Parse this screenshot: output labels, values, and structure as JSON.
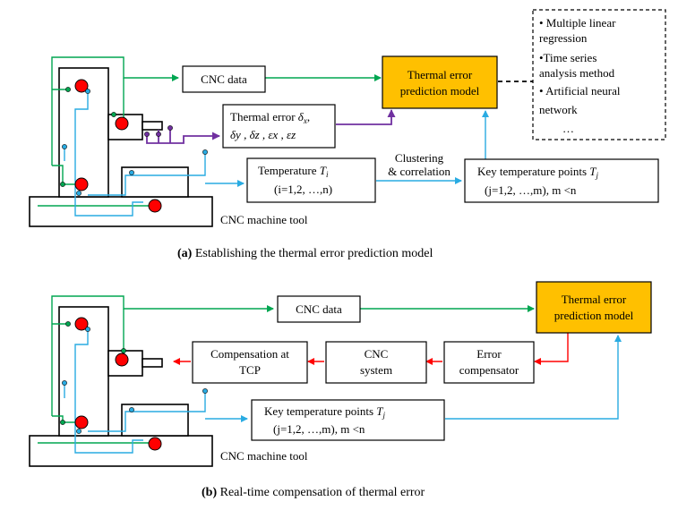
{
  "panel_a": {
    "cnc_data": "CNC data",
    "model_line1": "Thermal error",
    "model_line2": "prediction model",
    "methods": [
      "• Multiple linear",
      "regression",
      "•Time series",
      "analysis method",
      "• Artificial neural",
      "network",
      "…"
    ],
    "thermal_error_line1_prefix": "Thermal error ",
    "thermal_error_line1_symbol": "δ",
    "thermal_error_line1_sub": "x",
    "thermal_error_line1_comma": ",",
    "thermal_error_line2": "δy , δz , εx , εz",
    "temperature_line1_prefix": "Temperature ",
    "temperature_line1_symbol": "T",
    "temperature_line1_sub": "i",
    "temperature_line2": "(i=1,2, …,n)",
    "clustering_line1": "Clustering",
    "clustering_line2": "& correlation",
    "key_temp_line1_prefix": "Key temperature points ",
    "key_temp_line1_symbol": "T",
    "key_temp_line1_sub": "j",
    "key_temp_line2": "(j=1,2, …,m), m <n",
    "machine_label": "CNC machine tool",
    "caption_label": "(a)",
    "caption_text": " Establishing the thermal error prediction model"
  },
  "panel_b": {
    "cnc_data": "CNC data",
    "model_line1": "Thermal error",
    "model_line2": "prediction model",
    "compensation_line1": "Compensation at",
    "compensation_line2": "TCP",
    "cnc_system_line1": "CNC",
    "cnc_system_line2": "system",
    "error_comp_line1": "Error",
    "error_comp_line2": "compensator",
    "key_temp_line1_prefix": "Key temperature points ",
    "key_temp_line1_symbol": "T",
    "key_temp_line1_sub": "j",
    "key_temp_line2": "(j=1,2, …,m), m <n",
    "machine_label": "CNC machine tool",
    "caption_label": "(b)",
    "caption_text": " Real-time compensation of thermal error"
  },
  "colors": {
    "model_fill": "#ffc000",
    "cnc_data_line": "#00a651",
    "temperature_line": "#29abe2",
    "thermal_error_line": "#7030a0",
    "compensation_line": "#ff0000",
    "sensor": "#ff0000"
  }
}
